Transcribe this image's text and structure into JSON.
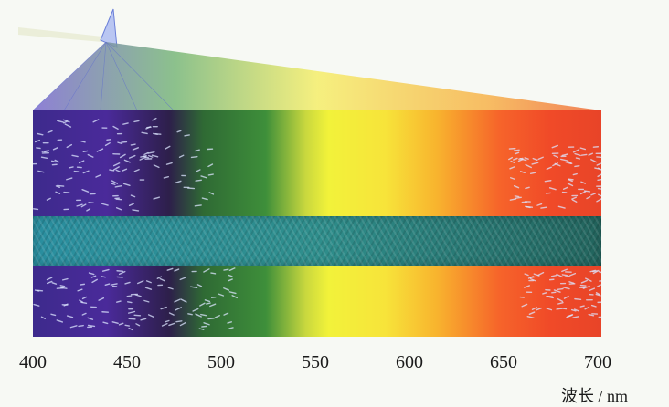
{
  "wavelength_axis": {
    "ticks": [
      "400",
      "450",
      "500",
      "550",
      "600",
      "650",
      "700"
    ],
    "unit_cn": "波长",
    "unit_sep": " / ",
    "unit_nm": "nm"
  },
  "colors": {
    "violet": "#3d2a8c",
    "blue_band": "#2a8fa0",
    "green": "#3e8f3a",
    "yellow": "#f2f23a",
    "orange": "#f8b42e",
    "red": "#e84428"
  }
}
